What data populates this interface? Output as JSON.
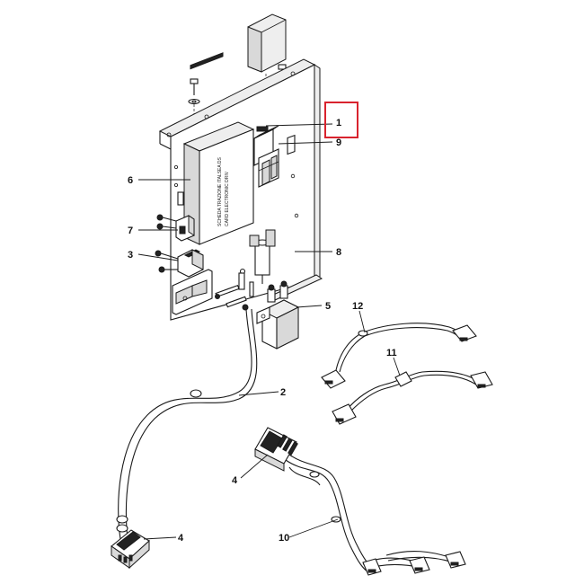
{
  "board_label": {
    "line1": "SCHEDA TRAZIONE ITALSEA DS",
    "line2": "CARD ELECTRONIC DRIV"
  },
  "callouts": [
    {
      "id": "c1",
      "text": "1",
      "highlighted": true
    },
    {
      "id": "c9",
      "text": "9"
    },
    {
      "id": "c6",
      "text": "6"
    },
    {
      "id": "c7",
      "text": "7"
    },
    {
      "id": "c3",
      "text": "3"
    },
    {
      "id": "c8",
      "text": "8"
    },
    {
      "id": "c5",
      "text": "5"
    },
    {
      "id": "c12",
      "text": "12"
    },
    {
      "id": "c11",
      "text": "11"
    },
    {
      "id": "c2",
      "text": "2"
    },
    {
      "id": "c4a",
      "text": "4"
    },
    {
      "id": "c4b",
      "text": "4"
    },
    {
      "id": "c10",
      "text": "10"
    }
  ],
  "colors": {
    "line": "#1a1a1a",
    "highlight": "#d9232e",
    "background": "#ffffff"
  }
}
